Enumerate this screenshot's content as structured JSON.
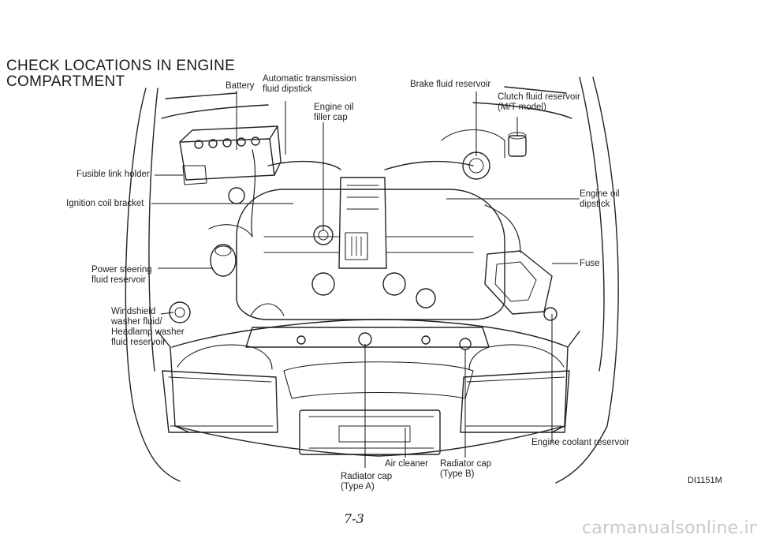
{
  "title": {
    "line1": "CHECK LOCATIONS IN ENGINE",
    "line2": "COMPARTMENT"
  },
  "labels": {
    "battery": "Battery",
    "atf_dipstick": "Automatic transmission\nfluid dipstick",
    "oil_filler_cap": "Engine oil\nfiller cap",
    "brake_fluid": "Brake fluid reservoir",
    "clutch_fluid": "Clutch fluid reservoir\n(M/T model)",
    "fusible_link": "Fusible link holder",
    "ignition_coil": "Ignition coil bracket",
    "engine_oil_dipstick": "Engine oil\ndipstick",
    "power_steering": "Power steering\nfluid reservoir",
    "fuse": "Fuse",
    "washer": "Windshield\nwasher fluid/\nHeadlamp washer\nfluid reservoir",
    "coolant": "Engine coolant reservoir",
    "air_cleaner": "Air cleaner",
    "radiator_a": "Radiator cap\n(Type A)",
    "radiator_b": "Radiator cap\n(Type B)"
  },
  "figure_code": "DI1151M",
  "page_number": "7-3",
  "watermark": "carmanualsonline.info"
}
